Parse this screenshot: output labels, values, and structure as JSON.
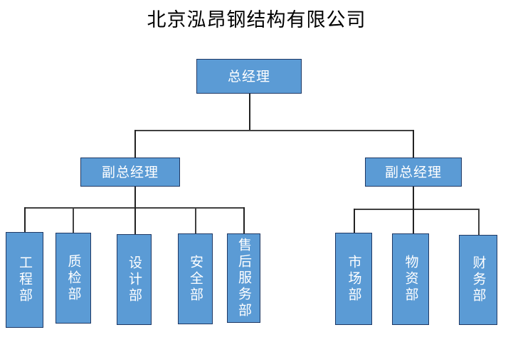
{
  "title": "北京泓昂钢结构有限公司",
  "colors": {
    "box_fill": "#5B9BD5",
    "box_border": "#1F3864",
    "box_text": "#FFFFFF",
    "connector": "#404040",
    "background": "#FFFFFF",
    "title_text": "#000000"
  },
  "org": {
    "root": {
      "label": "总经理"
    },
    "level2": [
      {
        "label": "副总经理"
      },
      {
        "label": "副总经理"
      }
    ],
    "left_departments": [
      {
        "label": "工程部"
      },
      {
        "label": "质检部"
      },
      {
        "label": "设计部"
      },
      {
        "label": "安全部"
      },
      {
        "label": "售后服务部"
      }
    ],
    "right_departments": [
      {
        "label": "市场部"
      },
      {
        "label": "物资部"
      },
      {
        "label": "财务部"
      }
    ]
  }
}
